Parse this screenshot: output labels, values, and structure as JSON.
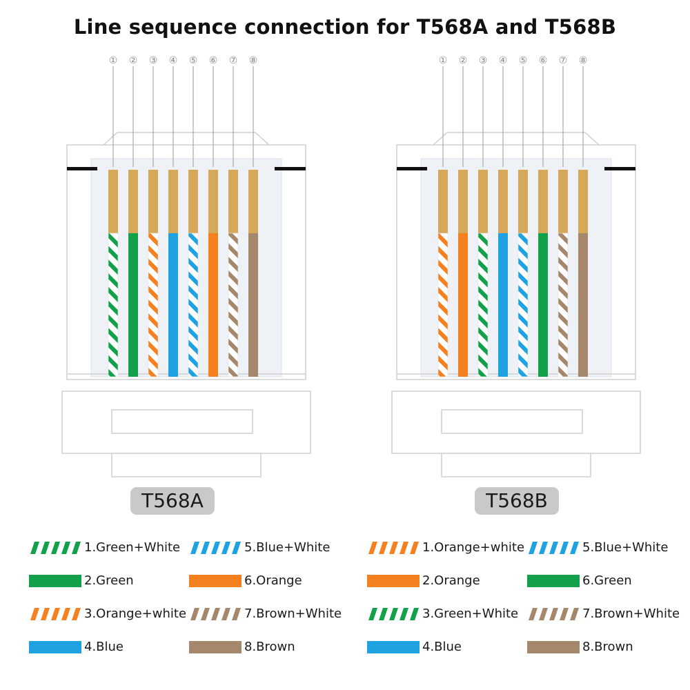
{
  "title": "Line sequence connection for T568A and T568B",
  "colors": {
    "green": "#13a04a",
    "orange": "#f4801f",
    "blue": "#1ea2e2",
    "brown": "#a5876b",
    "white": "#ffffff",
    "gold": "#d6a85a",
    "label_bg": "#c9c9c9"
  },
  "connectors": [
    {
      "label": "T568A",
      "pin_numbers": [
        "①",
        "②",
        "③",
        "④",
        "⑤",
        "⑥",
        "⑦",
        "⑧"
      ],
      "wires": [
        {
          "color": "green",
          "striped": true
        },
        {
          "color": "green",
          "striped": false
        },
        {
          "color": "orange",
          "striped": true
        },
        {
          "color": "blue",
          "striped": false
        },
        {
          "color": "blue",
          "striped": true
        },
        {
          "color": "orange",
          "striped": false
        },
        {
          "color": "brown",
          "striped": true
        },
        {
          "color": "brown",
          "striped": false
        }
      ]
    },
    {
      "label": "T568B",
      "pin_numbers": [
        "①",
        "②",
        "③",
        "④",
        "⑤",
        "⑥",
        "⑦",
        "⑧"
      ],
      "wires": [
        {
          "color": "orange",
          "striped": true
        },
        {
          "color": "orange",
          "striped": false
        },
        {
          "color": "green",
          "striped": true
        },
        {
          "color": "blue",
          "striped": false
        },
        {
          "color": "blue",
          "striped": true
        },
        {
          "color": "green",
          "striped": false
        },
        {
          "color": "brown",
          "striped": true
        },
        {
          "color": "brown",
          "striped": false
        }
      ]
    }
  ],
  "legends": [
    {
      "items": [
        {
          "text": "1.Green+White",
          "color": "green",
          "striped": true
        },
        {
          "text": "5.Blue+White",
          "color": "blue",
          "striped": true
        },
        {
          "text": "2.Green",
          "color": "green",
          "striped": false
        },
        {
          "text": "6.Orange",
          "color": "orange",
          "striped": false
        },
        {
          "text": "3.Orange+white",
          "color": "orange",
          "striped": true
        },
        {
          "text": "7.Brown+White",
          "color": "brown",
          "striped": true
        },
        {
          "text": "4.Blue",
          "color": "blue",
          "striped": false
        },
        {
          "text": "8.Brown",
          "color": "brown",
          "striped": false
        }
      ]
    },
    {
      "items": [
        {
          "text": "1.Orange+white",
          "color": "orange",
          "striped": true
        },
        {
          "text": "5.Blue+White",
          "color": "blue",
          "striped": true
        },
        {
          "text": "2.Orange",
          "color": "orange",
          "striped": false
        },
        {
          "text": "6.Green",
          "color": "green",
          "striped": false
        },
        {
          "text": "3.Green+White",
          "color": "green",
          "striped": true
        },
        {
          "text": "7.Brown+White",
          "color": "brown",
          "striped": true
        },
        {
          "text": "4.Blue",
          "color": "blue",
          "striped": false
        },
        {
          "text": "8.Brown",
          "color": "brown",
          "striped": false
        }
      ]
    }
  ]
}
